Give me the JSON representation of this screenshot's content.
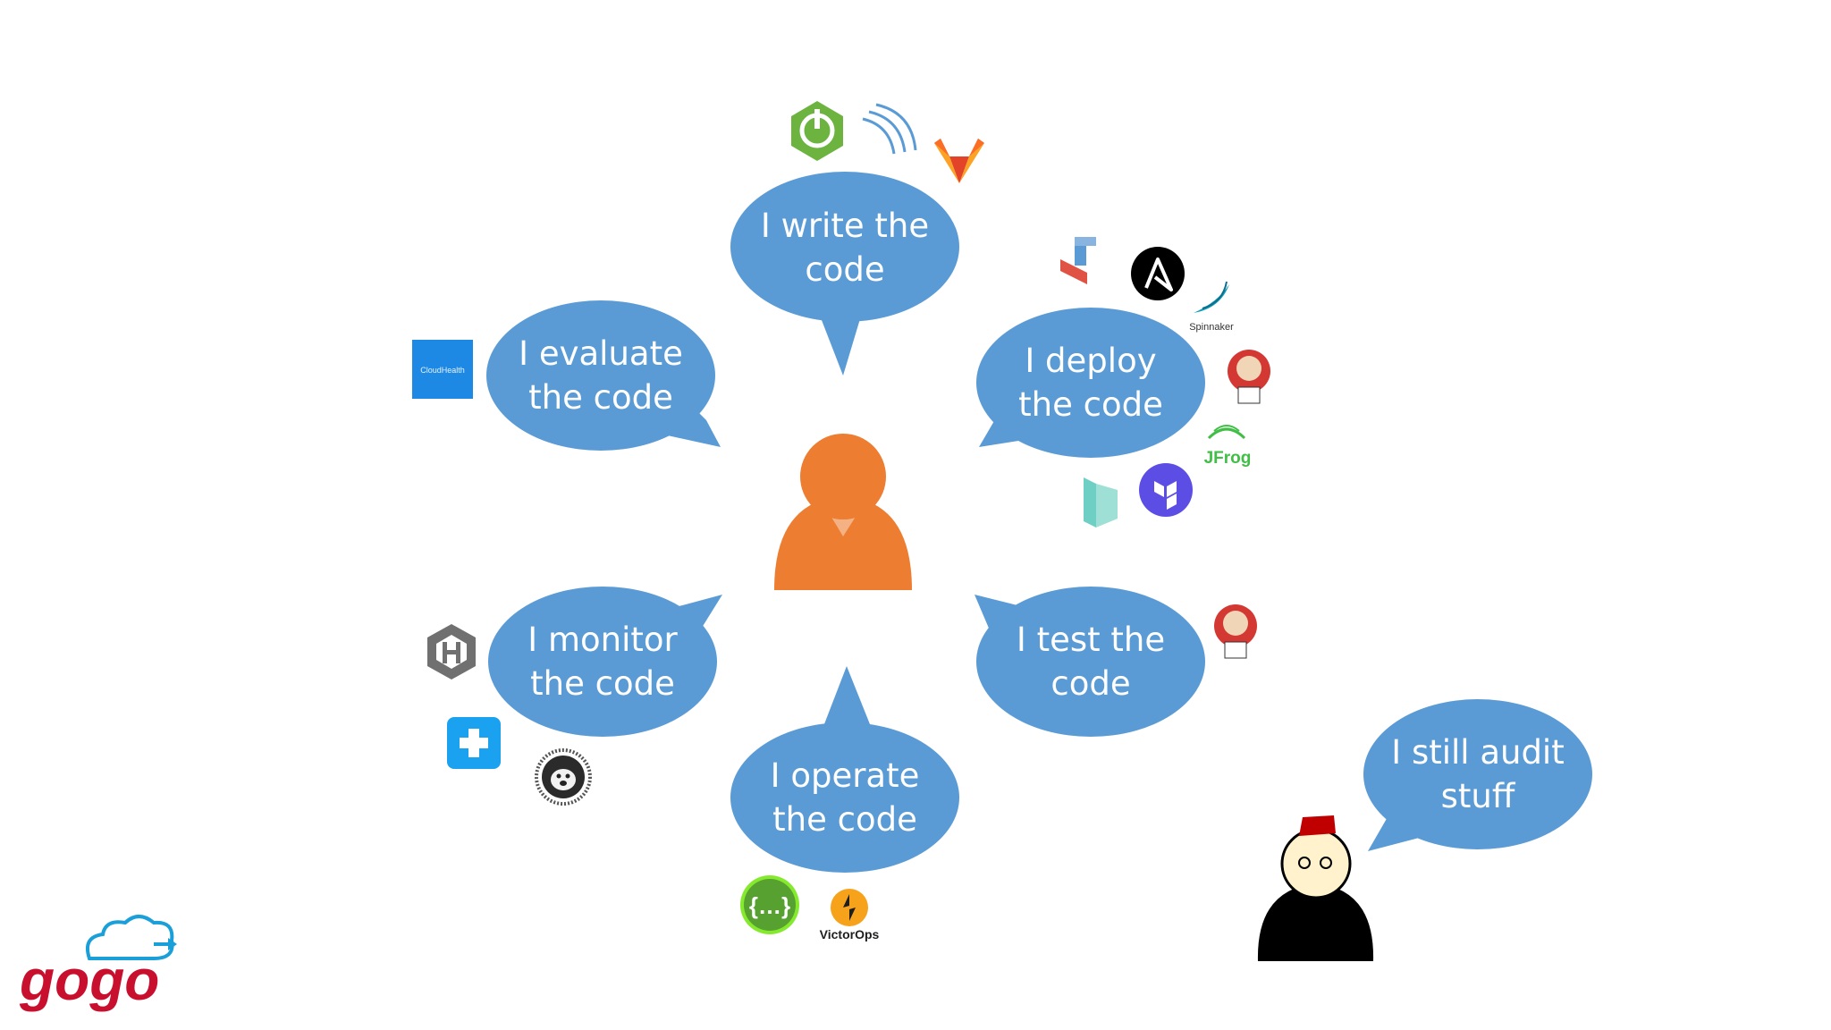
{
  "bubbles": {
    "write": {
      "line1": "I write the",
      "line2": "code"
    },
    "evaluate": {
      "line1": "I evaluate",
      "line2": "the code"
    },
    "deploy": {
      "line1": "I deploy",
      "line2": "the code"
    },
    "monitor": {
      "line1": "I monitor",
      "line2": "the code"
    },
    "test": {
      "line1": "I test the",
      "line2": "code"
    },
    "operate": {
      "line1": "I operate",
      "line2": "the code"
    },
    "audit": {
      "line1": "I still audit",
      "line2": "stuff"
    }
  },
  "tool_labels": {
    "spinnaker": "Spinnaker",
    "jfrog": "JFrog",
    "victorops": "VictorOps",
    "cloudhealth": "CloudHealth"
  },
  "brand": {
    "logo_text": "gogo"
  },
  "colors": {
    "bubble": "#5b9bd5",
    "person": "#ed7d31",
    "logo": "#c8102e",
    "cloud": "#1a9fd8"
  },
  "icons": [
    "spring-boot-icon",
    "swagger-signal-icon",
    "gitlab-icon",
    "aws-codedeploy-icon",
    "ansible-icon",
    "spinnaker-icon",
    "jenkins-icon",
    "jfrog-icon",
    "packer-icon",
    "terraform-icon",
    "cloudhealth-icon",
    "honeycomb-icon",
    "newrelic-plus-icon",
    "datadog-dog-icon",
    "swagger-icon",
    "victorops-icon"
  ]
}
